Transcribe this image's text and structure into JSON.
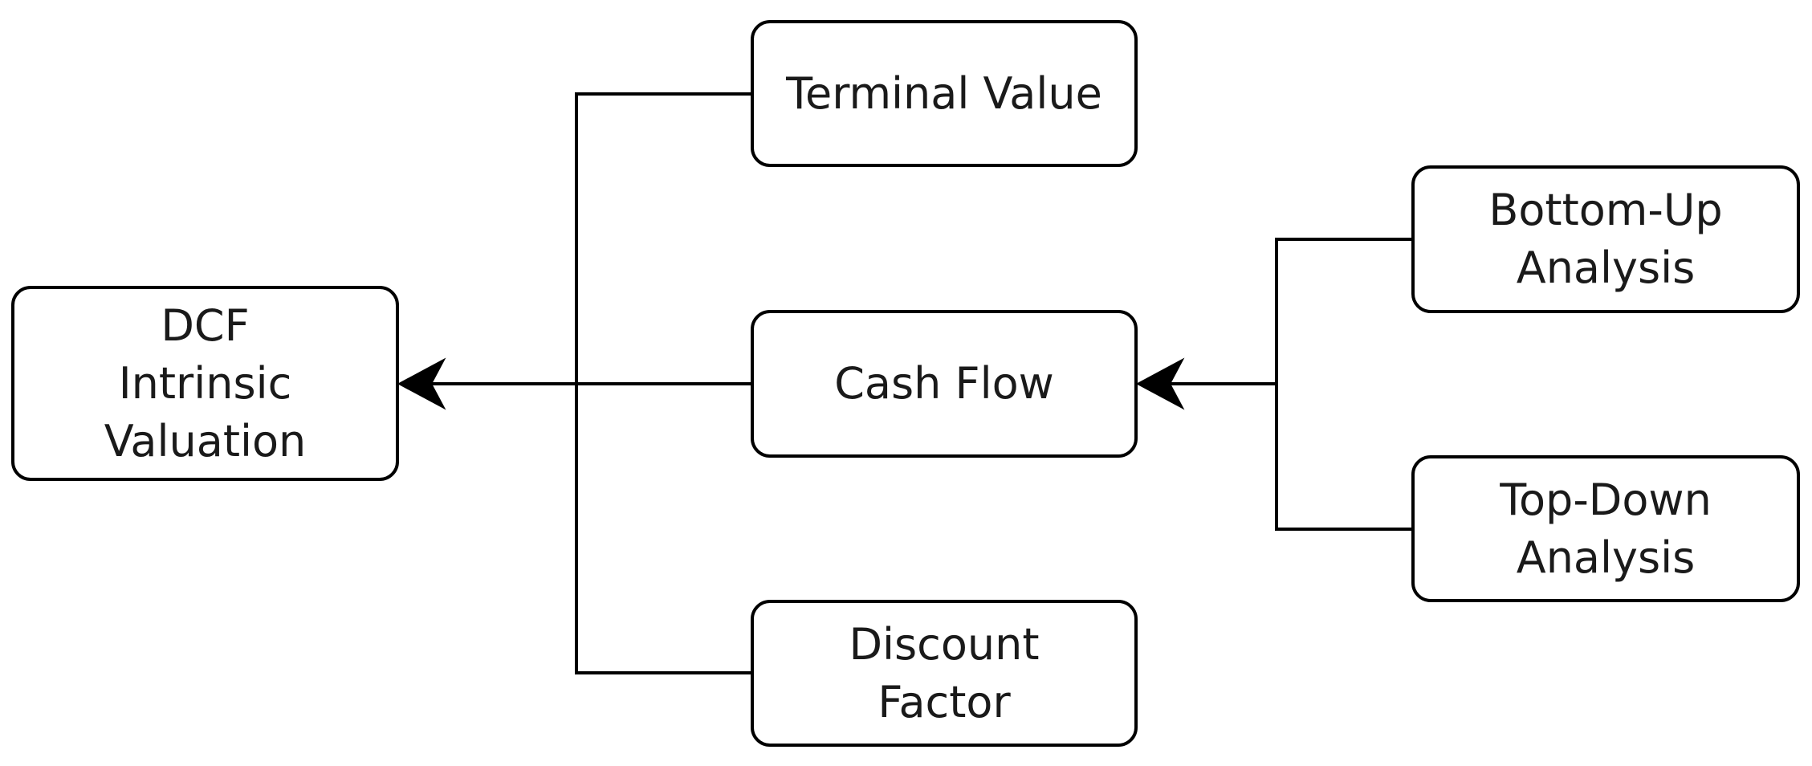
{
  "diagram": {
    "colors": {
      "stroke": "#000000",
      "text": "#1a1a1a",
      "node_fill": "#ffffff",
      "background": "#ffffff"
    },
    "nodes": {
      "dcf": {
        "lines": [
          "DCF",
          "Intrinsic",
          "Valuation"
        ]
      },
      "terminal_value": {
        "lines": [
          "Terminal Value"
        ]
      },
      "cash_flow": {
        "lines": [
          "Cash Flow"
        ]
      },
      "discount_factor": {
        "lines": [
          "Discount",
          "Factor"
        ]
      },
      "bottom_up": {
        "lines": [
          "Bottom-Up",
          "Analysis"
        ]
      },
      "top_down": {
        "lines": [
          "Top-Down",
          "Analysis"
        ]
      }
    },
    "edges": [
      {
        "from": "terminal_value",
        "to": "dcf"
      },
      {
        "from": "cash_flow",
        "to": "dcf"
      },
      {
        "from": "discount_factor",
        "to": "dcf"
      },
      {
        "from": "bottom_up",
        "to": "cash_flow"
      },
      {
        "from": "top_down",
        "to": "cash_flow"
      }
    ]
  }
}
